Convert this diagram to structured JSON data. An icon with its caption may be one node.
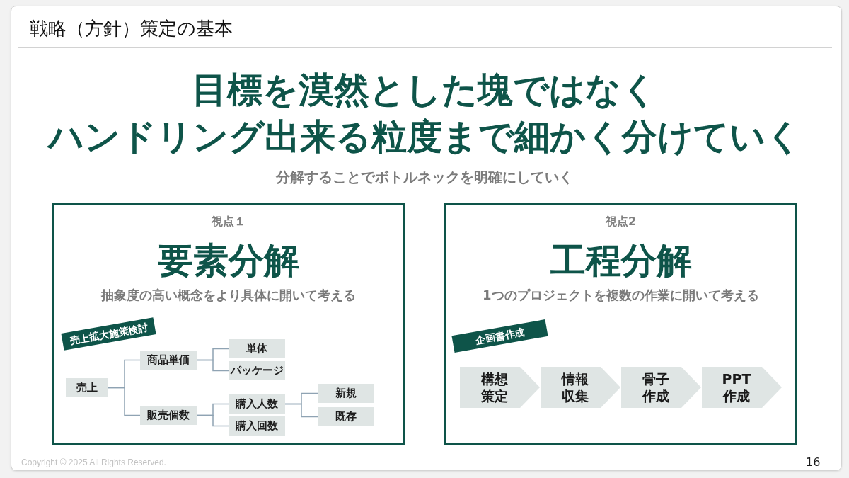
{
  "diagram": {
    "title": "戦略（方針）策定の基本",
    "nodes": [
      {
        "text": [
          "視点１",
          "要素分解",
          "抽象度の高い概念をより具体に開いて考える"
        ]
      },
      {
        "text": [
          "売上拡大施策検討"
        ],
        "in": 0
      },
      {
        "text": [
          "売上"
        ],
        "in": 0
      },
      {
        "text": [
          "商品単価"
        ],
        "in": 0
      },
      {
        "text": [
          "販売個数"
        ],
        "in": 0
      },
      {
        "text": [
          "単体"
        ],
        "in": 0
      },
      {
        "text": [
          "パッケージ"
        ],
        "in": 0
      },
      {
        "text": [
          "購入人数"
        ],
        "in": 0
      },
      {
        "text": [
          "購入回数"
        ],
        "in": 0
      },
      {
        "text": [
          "新規"
        ],
        "in": 0
      },
      {
        "text": [
          "既存"
        ],
        "in": 0
      },
      {
        "text": [
          "視点2",
          "工程分解",
          "1つのプロジェクトを複数の作業に開いて考える"
        ]
      },
      {
        "text": [
          "企画書作成"
        ],
        "in": 11
      },
      {
        "text": [
          "構想策定"
        ],
        "in": 11
      },
      {
        "text": [
          "情報収集"
        ],
        "in": 11
      },
      {
        "text": [
          "骨子作成"
        ],
        "in": 11
      },
      {
        "text": [
          "PPT作成"
        ],
        "in": 11
      }
    ],
    "edges": [
      {
        "from": 2,
        "to": 3,
        "arrow": "none"
      },
      {
        "from": 2,
        "to": 4,
        "arrow": "none"
      },
      {
        "from": 3,
        "to": 5,
        "arrow": "none"
      },
      {
        "from": 3,
        "to": 6,
        "arrow": "none"
      },
      {
        "from": 4,
        "to": 7,
        "arrow": "none"
      },
      {
        "from": 4,
        "to": 8,
        "arrow": "none"
      },
      {
        "from": 7,
        "to": 9,
        "arrow": "none"
      },
      {
        "from": 7,
        "to": 10,
        "arrow": "none"
      },
      {
        "from": 13,
        "to": 14,
        "arrow": "to"
      },
      {
        "from": 14,
        "to": 15,
        "arrow": "to"
      },
      {
        "from": 15,
        "to": 16,
        "arrow": "to"
      },
      {
        "from": 16,
        "to": null,
        "arrow": "to"
      }
    ],
    "labels": [
      "目標を漠然とした塊ではなく",
      "ハンドリング出来る粒度まで細かく分けていく",
      "分解することでボトルネックを明確にしていく",
      "Copyright © 2025 All Rights Reserved.",
      "16"
    ]
  }
}
